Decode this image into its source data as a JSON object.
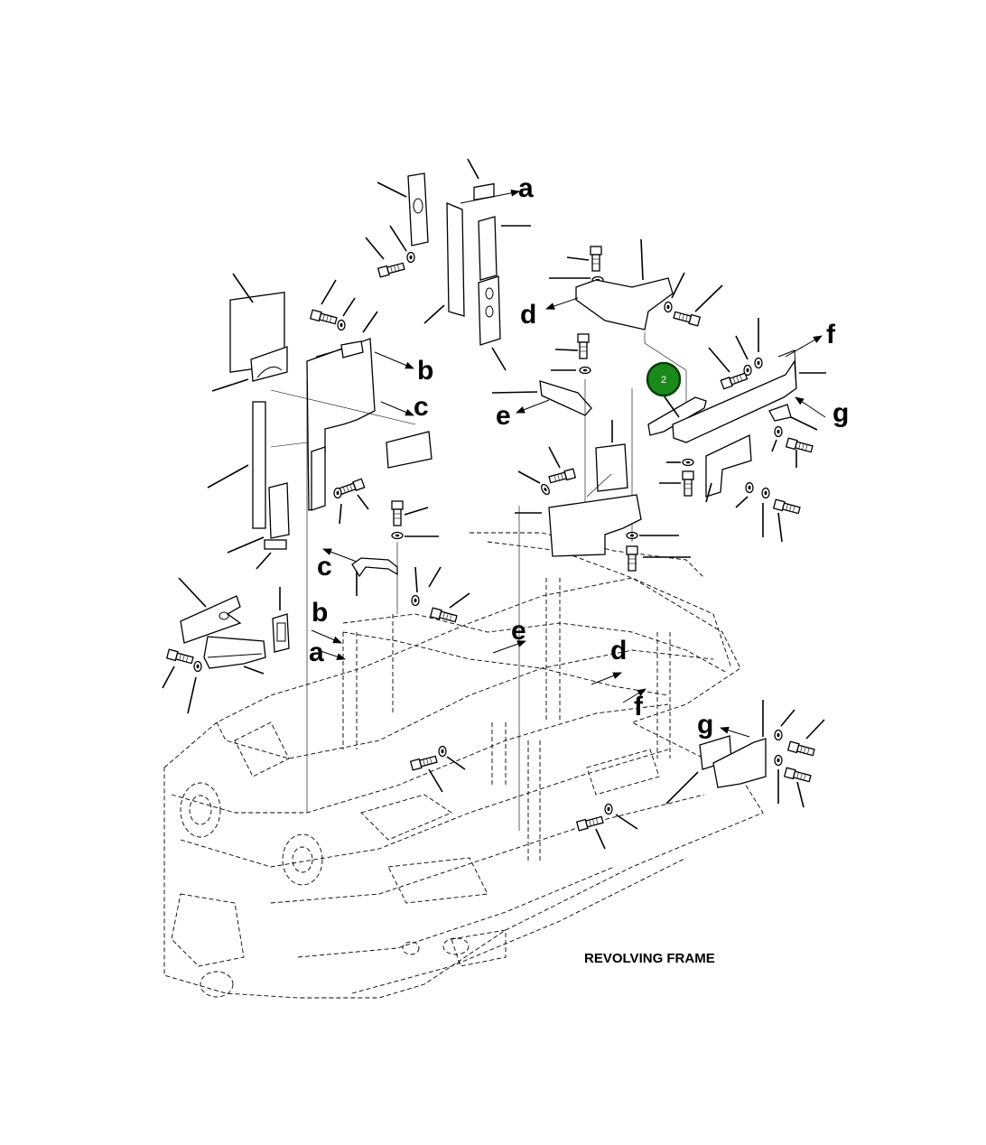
{
  "diagram": {
    "frame_label": "REVOLVING FRAME",
    "callouts": {
      "a": "a",
      "b": "b",
      "c": "c",
      "d": "d",
      "e": "e",
      "f": "f",
      "g": "g"
    },
    "hotspot": {
      "label": "2",
      "color": "#1a8a1a",
      "border_color": "#0b3d0b"
    }
  }
}
